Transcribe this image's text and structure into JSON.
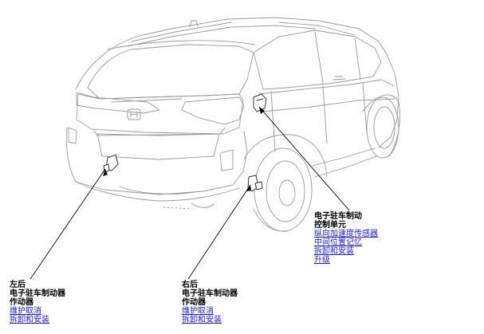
{
  "callouts": {
    "left_actuator": {
      "title_lines": [
        "左后",
        "电子驻车制动器",
        "作动器"
      ],
      "links": [
        "维护取消",
        "拆卸和安装"
      ]
    },
    "right_actuator": {
      "title_lines": [
        "右后",
        "电子驻车制动器",
        "作动器"
      ],
      "links": [
        "维护取消",
        "拆卸和安装"
      ]
    },
    "control_unit": {
      "title_lines": [
        "电子驻车制动",
        "控制单元"
      ],
      "links": [
        "纵向加速度传感器",
        "中间位置记忆",
        "拆卸和安装",
        "升级"
      ]
    }
  },
  "colors": {
    "line": "#9a9a9a",
    "leader": "#000000",
    "link": "#1a1aff"
  }
}
